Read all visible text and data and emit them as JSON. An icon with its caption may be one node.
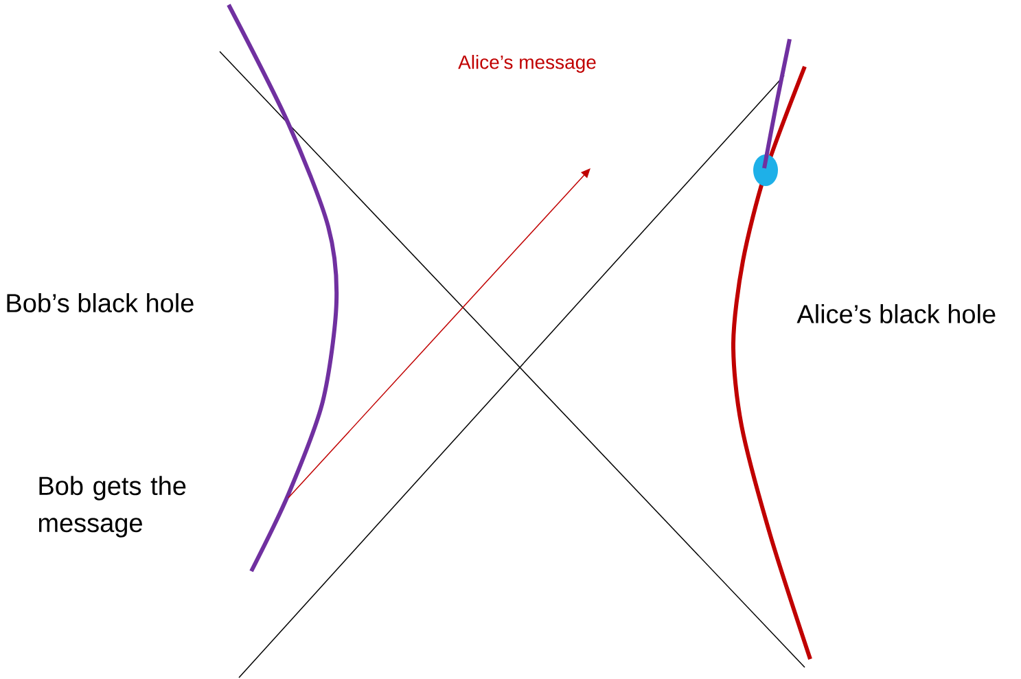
{
  "diagram": {
    "labels": [
      "Alice’s message",
      "Bob’s black hole",
      "Alice’s black hole",
      "Bob gets the message"
    ]
  }
}
